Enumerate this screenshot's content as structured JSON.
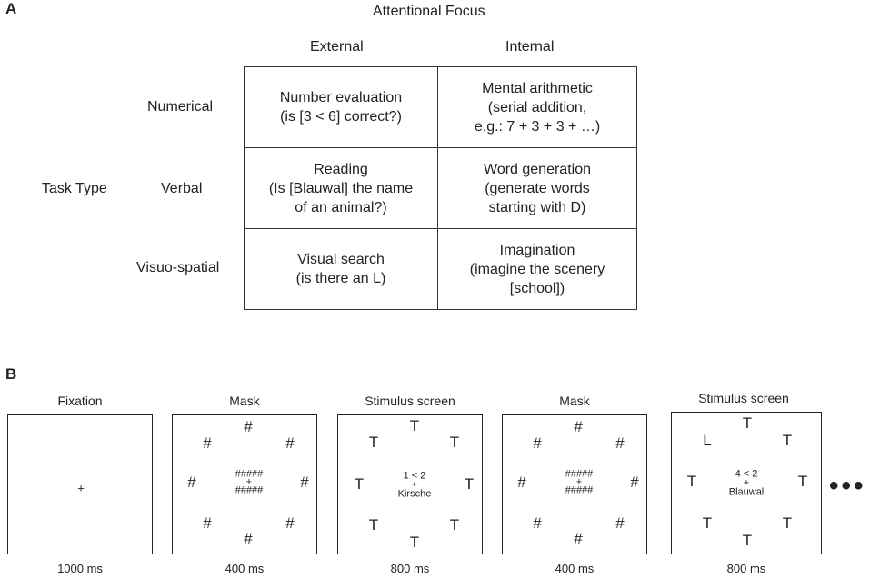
{
  "panel_a": {
    "letter": "A",
    "title": "Attentional Focus",
    "columns": [
      "External",
      "Internal"
    ],
    "row_group_label": "Task Type",
    "rows": [
      {
        "label": "Numerical",
        "external": [
          "Number evaluation",
          "(is [3 < 6] correct?)"
        ],
        "internal": [
          "Mental arithmetic",
          "(serial addition,",
          "e.g.: 7 + 3 + 3 + …)"
        ]
      },
      {
        "label": "Verbal",
        "external": [
          "Reading",
          "(Is [Blauwal] the name",
          "of an animal?)"
        ],
        "internal": [
          "Word generation",
          "(generate words",
          "starting with D)"
        ]
      },
      {
        "label": "Visuo-spatial",
        "external": [
          "Visual search",
          "(is there an L)"
        ],
        "internal": [
          "Imagination",
          "(imagine the scenery",
          "[school])"
        ]
      }
    ]
  },
  "panel_b": {
    "letter": "B",
    "ellipsis": "•••",
    "screens": [
      {
        "title": "Fixation",
        "duration": "1000 ms",
        "fixation": "+"
      },
      {
        "title": "Mask",
        "duration": "400 ms",
        "symbol": "#",
        "center_top": "#####",
        "center_mid": "+",
        "center_bottom": "#####"
      },
      {
        "title": "Stimulus screen",
        "duration": "800 ms",
        "letters": [
          "T",
          "T",
          "T",
          "T",
          "T",
          "T",
          "T",
          "T"
        ],
        "center_top": "1 < 2",
        "center_mid": "+",
        "center_bottom": "Kirsche"
      },
      {
        "title": "Mask",
        "duration": "400 ms",
        "symbol": "#",
        "center_top": "#####",
        "center_mid": "+",
        "center_bottom": "#####"
      },
      {
        "title": "Stimulus screen",
        "duration": "800 ms",
        "letters": [
          "T",
          "T",
          "L",
          "T",
          "T",
          "T",
          "T",
          "T"
        ],
        "center_top": "4 < 2",
        "center_mid": "+",
        "center_bottom": "Blauwal"
      }
    ]
  }
}
